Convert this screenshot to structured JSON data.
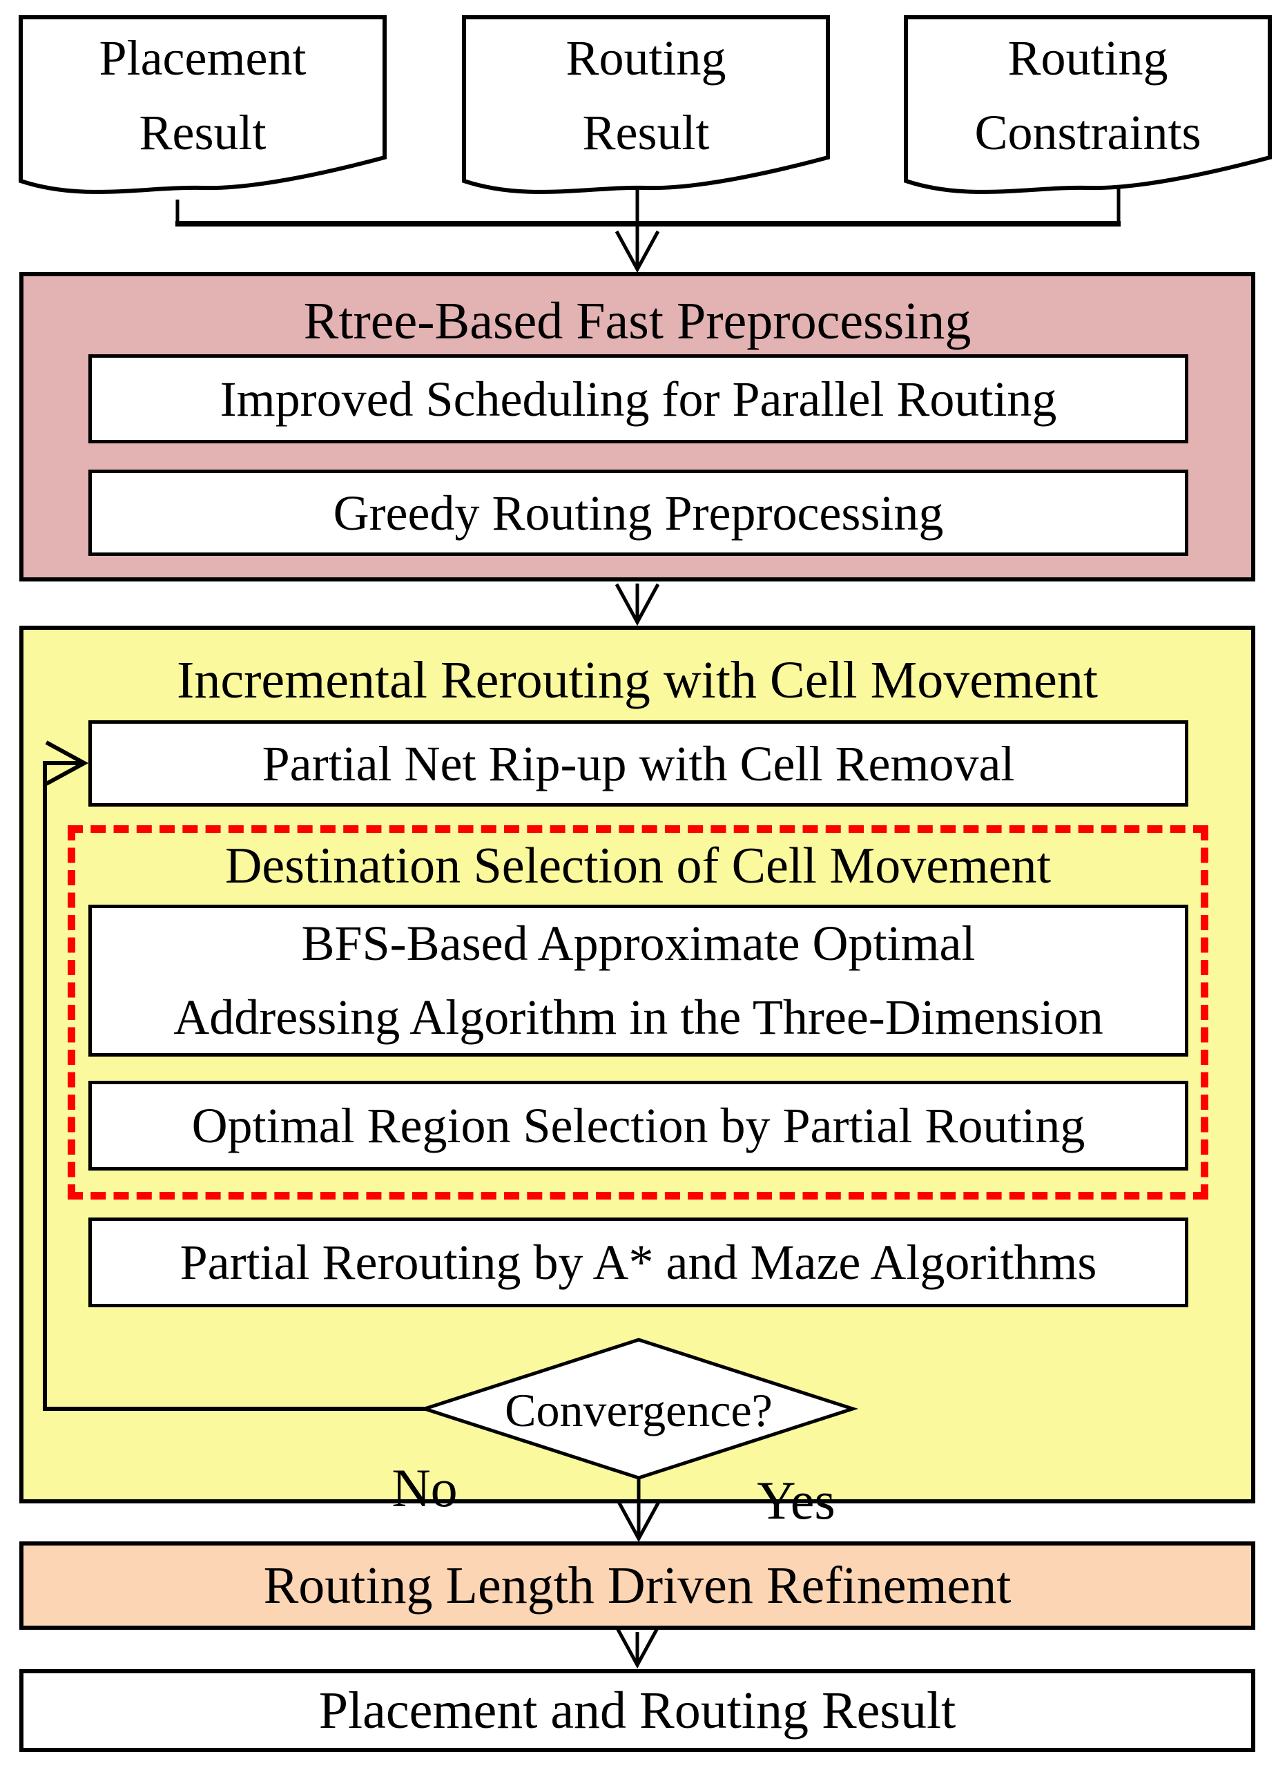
{
  "diagram": {
    "inputs": [
      {
        "lines": [
          "Placement",
          "Result"
        ]
      },
      {
        "lines": [
          "Routing",
          "Result"
        ]
      },
      {
        "lines": [
          "Routing",
          "Constraints"
        ]
      }
    ],
    "preprocessing": {
      "title": "Rtree-Based Fast Preprocessing",
      "steps": [
        "Improved Scheduling for Parallel Routing",
        "Greedy Routing Preprocessing"
      ]
    },
    "incremental": {
      "title": "Incremental Rerouting with Cell Movement",
      "ripup": "Partial Net Rip-up with Cell Removal",
      "destination": {
        "title": "Destination Selection of Cell Movement",
        "bfs_line1": "BFS-Based Approximate Optimal",
        "bfs_line2": "Addressing Algorithm in the Three-Dimension",
        "optimal_region": "Optimal Region Selection by Partial Routing"
      },
      "rerouting": "Partial Rerouting by A* and Maze Algorithms",
      "decision": {
        "label": "Convergence?",
        "no_label": "No",
        "yes_label": "Yes"
      }
    },
    "refinement_title": "Routing Length Driven Refinement",
    "output_title": "Placement and Routing Result",
    "colors": {
      "preprocessing_bg": "#e3b2b2",
      "incremental_bg": "#fbf99d",
      "refinement_bg": "#fcd5b4",
      "dashed_border": "#ff0000",
      "line": "#000000"
    }
  }
}
